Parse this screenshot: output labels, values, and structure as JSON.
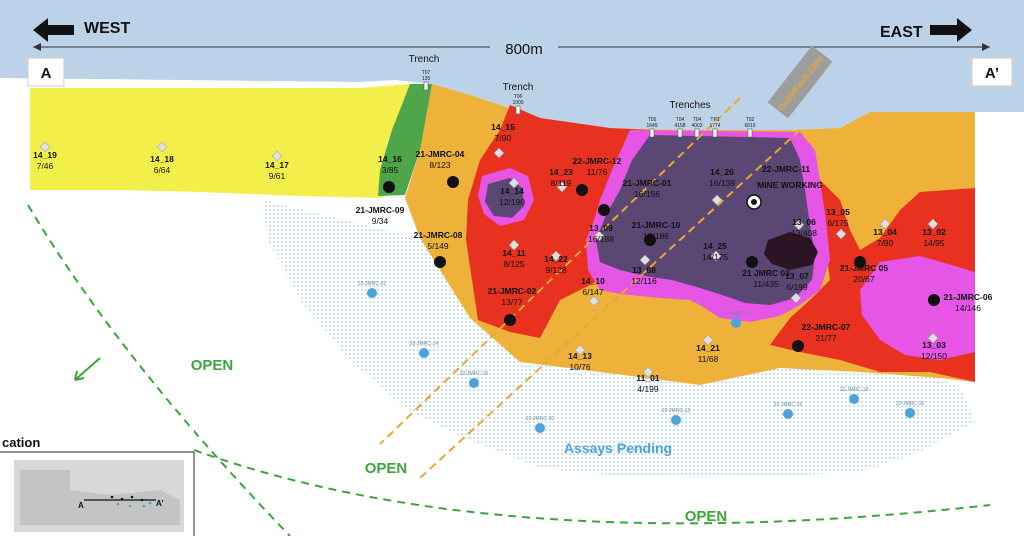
{
  "header": {
    "west": "WEST",
    "east": "EAST",
    "scale": "800m",
    "end_a": "A",
    "end_a_prime": "A’"
  },
  "labels": {
    "trench": "Trench",
    "trench2": "Trench",
    "trenches": "Trenches",
    "gully": "Gully/Fault Zone",
    "open_left": "OPEN",
    "open_mid": "OPEN",
    "open_bottom": "OPEN",
    "assays": "Assays Pending",
    "mine_working": "MINE WORKING",
    "inset_title": "cation"
  },
  "trenches": [
    {
      "name": "T07",
      "val": "135"
    },
    {
      "name": "T06",
      "val": "1000"
    },
    {
      "name": "T05",
      "val": "1649"
    },
    {
      "name": "T04",
      "val": "4158"
    },
    {
      "name": "T04",
      "val": "4003"
    },
    {
      "name": "TP1",
      "val": "1774"
    },
    {
      "name": "T02",
      "val": "6619"
    }
  ],
  "surface_holes": [
    {
      "name": "14_19",
      "val": "7/46"
    },
    {
      "name": "14_18",
      "val": "6/64"
    },
    {
      "name": "14_17",
      "val": "9/61"
    },
    {
      "name": "14_16",
      "val": "3/85"
    },
    {
      "name": "14_15",
      "val": "7/90"
    },
    {
      "name": "14_14",
      "val": "12/190"
    },
    {
      "name": "14_23",
      "val": "8/119"
    },
    {
      "name": "14_26",
      "val": "16/139"
    },
    {
      "name": "13_09",
      "val": "16/188"
    },
    {
      "name": "14_11",
      "val": "8/125"
    },
    {
      "name": "14_22",
      "val": "9/128"
    },
    {
      "name": "14_10",
      "val": "6/147"
    },
    {
      "name": "13_08",
      "val": "12/116"
    },
    {
      "name": "14_25",
      "val": "14/175"
    },
    {
      "name": "13_06",
      "val": "13/408"
    },
    {
      "name": "13_05",
      "val": "6/175"
    },
    {
      "name": "13_04",
      "val": "7/90"
    },
    {
      "name": "13_02",
      "val": "14/95"
    },
    {
      "name": "13_07",
      "val": "6/199"
    },
    {
      "name": "14_13",
      "val": "10/76"
    },
    {
      "name": "11_01",
      "val": "4/199"
    },
    {
      "name": "14_21",
      "val": "11/68"
    },
    {
      "name": "13_03",
      "val": "12/150"
    }
  ],
  "rc_holes": [
    {
      "name": "21-JMRC-04",
      "val": "8/123"
    },
    {
      "name": "21-JMRC-09",
      "val": "9/34"
    },
    {
      "name": "21-JMRC-08",
      "val": "5/149"
    },
    {
      "name": "22-JMRC-12",
      "val": "11/76"
    },
    {
      "name": "21-JMRC-01",
      "val": "16/156"
    },
    {
      "name": "21-JMRC-10",
      "val": "13/186"
    },
    {
      "name": "22-JMRC-11",
      "val": ""
    },
    {
      "name": "21 JMRC 03",
      "val": "11/435"
    },
    {
      "name": "21-JMRC 05",
      "val": "20/67"
    },
    {
      "name": "21-JMRC-06",
      "val": "14/146"
    },
    {
      "name": "21-JMRC-02",
      "val": "13/77"
    },
    {
      "name": "22-JMRC-07",
      "val": "21/77"
    }
  ],
  "pending_holes": [
    {
      "name": "22-JMRC-21"
    },
    {
      "name": "22-JMRC-14"
    },
    {
      "name": "22-JMRC-15"
    },
    {
      "name": "22-JMRC-17"
    },
    {
      "name": "22-JMRC-20"
    },
    {
      "name": "22-JMRC-13"
    },
    {
      "name": "22-JMRC-19"
    },
    {
      "name": "22-JMRC-18"
    },
    {
      "name": "22-JMRC-16"
    }
  ],
  "inset": {
    "a": "A",
    "a_prime": "A’"
  },
  "colors": {
    "sky": "#bcd2e8",
    "yellow": "#f3ef4a",
    "green": "#4ea54a",
    "orange": "#eeb23a",
    "red": "#e8311f",
    "magenta": "#e655e6",
    "purple": "#5b4773",
    "dark": "#2b1424",
    "open": "#3aa63a",
    "assays": "#4aa3dc",
    "gully": "#e8a830"
  }
}
